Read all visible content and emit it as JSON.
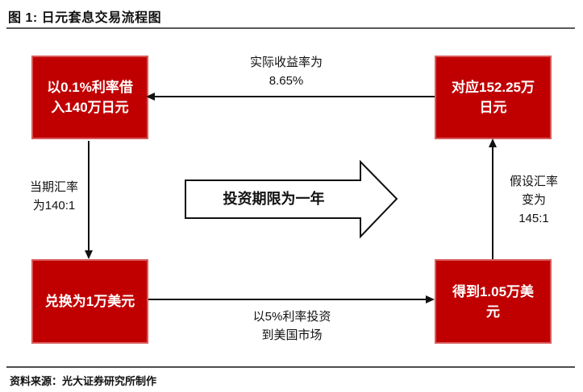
{
  "header": {
    "title": "图 1: 日元套息交易流程图"
  },
  "footer": {
    "source": "资料来源：光大证券研究所制作"
  },
  "colors": {
    "box_fill": "#c00000",
    "box_border": "#d85b5b",
    "box_text": "#ffffff",
    "line": "#111111",
    "rule": "#595959"
  },
  "diagram": {
    "boxes": {
      "borrow": "以0.1%利率借\n入140万日元",
      "correspond": "对应152.25万\n日元",
      "exchange": "兑换为1万美元",
      "receive": "得到1.05万美\n元"
    },
    "edge_labels": {
      "actual_return": "实际收益率为\n8.65%",
      "spot_rate": "当期汇率\n为140:1",
      "assumed_rate": "假设汇率\n变为\n145:1",
      "invest": "以5%利率投资\n到美国市场"
    },
    "center_arrow_label": "投资期限为一年"
  }
}
